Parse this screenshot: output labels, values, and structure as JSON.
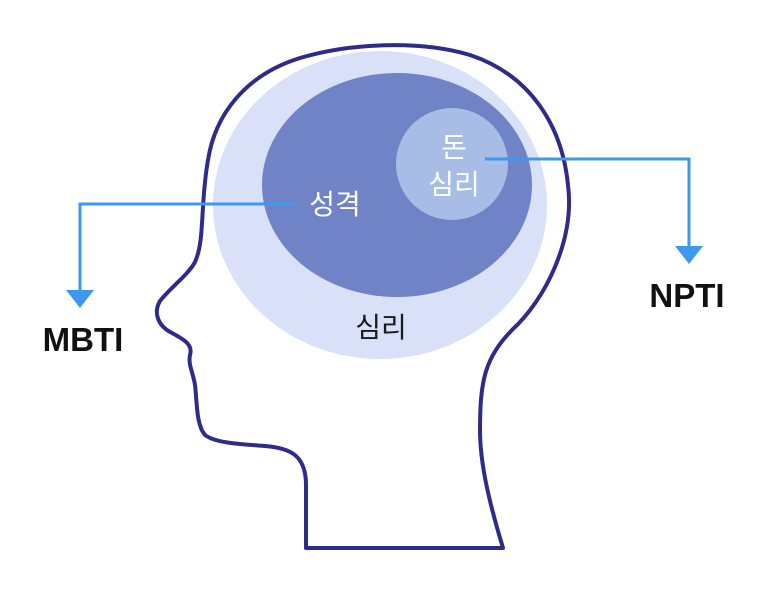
{
  "labels": {
    "money_line1": "돈",
    "money_line2": "심리",
    "personality": "성격",
    "psychology": "심리",
    "left_result": "MBTI",
    "right_result": "NPTI"
  },
  "colors": {
    "head_outline": "#2f2b8a",
    "outer_circle": "#d9e1f8",
    "inner_ellipse": "#7083c6",
    "small_circle": "#a7bde6",
    "arrow": "#3d98ee"
  }
}
